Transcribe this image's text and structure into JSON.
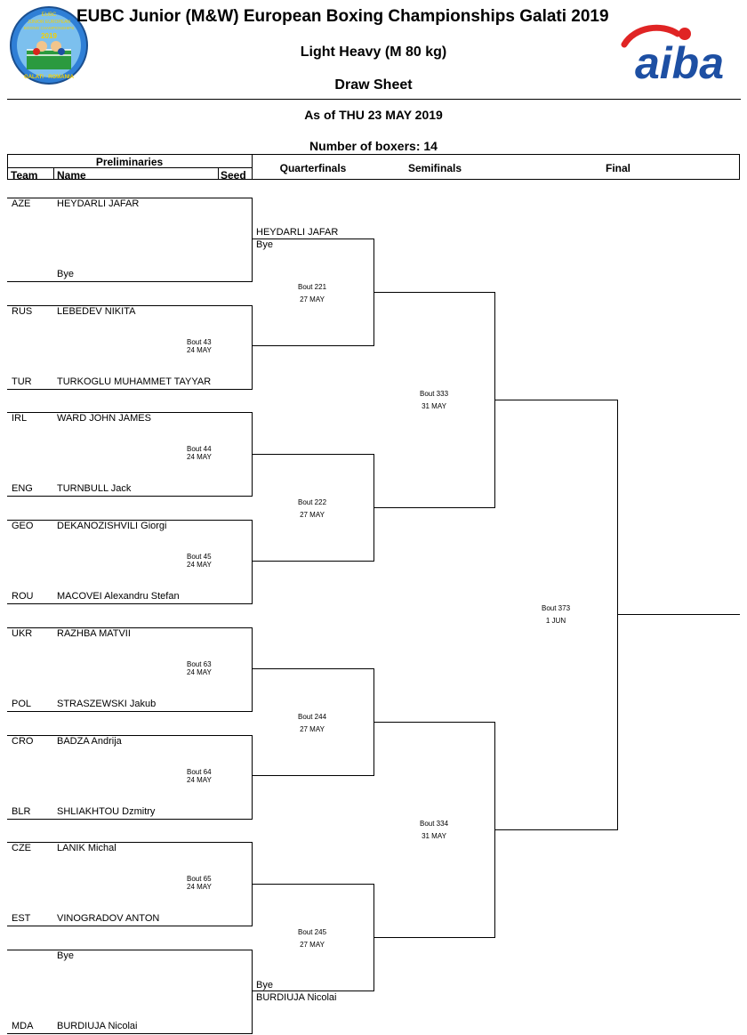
{
  "header": {
    "title": "EUBC Junior (M&W) European Boxing Championships Galati 2019",
    "weight_class": "Light Heavy (M 80 kg)",
    "sheet": "Draw Sheet",
    "as_of": "As of THU 23 MAY 2019",
    "boxers_count": "Number of boxers: 14"
  },
  "logos": {
    "left_text": [
      "EUBC",
      "JUNIOR EUROPEAN",
      "BOXING CHAMPIONSHIPS",
      "2019",
      "GALATI · ROMANIA"
    ],
    "right_text": "aiba",
    "colors": {
      "aiba_blue": "#1d4fa3",
      "aiba_red": "#e02424",
      "ring_blue": "#2f7fd6",
      "ring_green": "#2b9a3f"
    }
  },
  "columns": {
    "preliminaries": "Preliminaries",
    "team": "Team",
    "name": "Name",
    "seed": "Seed",
    "quarterfinals": "Quarterfinals",
    "semifinals": "Semifinals",
    "final": "Final"
  },
  "entrants": [
    {
      "team": "AZE",
      "name": "HEYDARLI JAFAR"
    },
    {
      "team": "",
      "name": "Bye"
    },
    {
      "team": "RUS",
      "name": "LEBEDEV NIKITA"
    },
    {
      "team": "TUR",
      "name": "TURKOGLU MUHAMMET TAYYAR"
    },
    {
      "team": "IRL",
      "name": "WARD JOHN JAMES"
    },
    {
      "team": "ENG",
      "name": "TURNBULL Jack"
    },
    {
      "team": "GEO",
      "name": "DEKANOZISHVILI Giorgi"
    },
    {
      "team": "ROU",
      "name": "MACOVEI Alexandru Stefan"
    },
    {
      "team": "UKR",
      "name": "RAZHBA MATVII"
    },
    {
      "team": "POL",
      "name": "STRASZEWSKI Jakub"
    },
    {
      "team": "CRO",
      "name": "BADZA Andrija"
    },
    {
      "team": "BLR",
      "name": "SHLIAKHTOU Dzmitry"
    },
    {
      "team": "CZE",
      "name": "LANIK Michal"
    },
    {
      "team": "EST",
      "name": "VINOGRADOV ANTON"
    },
    {
      "team": "",
      "name": "Bye"
    },
    {
      "team": "MDA",
      "name": "BURDIUJA Nicolai"
    }
  ],
  "prelim_bouts": [
    {
      "bout": "",
      "date": ""
    },
    {
      "bout": "Bout 43",
      "date": "24 MAY"
    },
    {
      "bout": "Bout 44",
      "date": "24 MAY"
    },
    {
      "bout": "Bout 45",
      "date": "24 MAY"
    },
    {
      "bout": "Bout 63",
      "date": "24 MAY"
    },
    {
      "bout": "Bout 64",
      "date": "24 MAY"
    },
    {
      "bout": "Bout 65",
      "date": "24 MAY"
    },
    {
      "bout": "",
      "date": ""
    }
  ],
  "quarterfinals": {
    "advanced": [
      {
        "name": "HEYDARLI JAFAR",
        "note": "Bye"
      },
      {
        "name": "BURDIUJA Nicolai",
        "note": "Bye"
      }
    ],
    "bouts": [
      {
        "bout": "Bout 221",
        "date": "27 MAY"
      },
      {
        "bout": "Bout 222",
        "date": "27 MAY"
      },
      {
        "bout": "Bout 244",
        "date": "27 MAY"
      },
      {
        "bout": "Bout 245",
        "date": "27 MAY"
      }
    ]
  },
  "semifinals": {
    "bouts": [
      {
        "bout": "Bout 333",
        "date": "31 MAY"
      },
      {
        "bout": "Bout 334",
        "date": "31 MAY"
      }
    ]
  },
  "final": {
    "bout": "Bout 373",
    "date": "1 JUN"
  }
}
